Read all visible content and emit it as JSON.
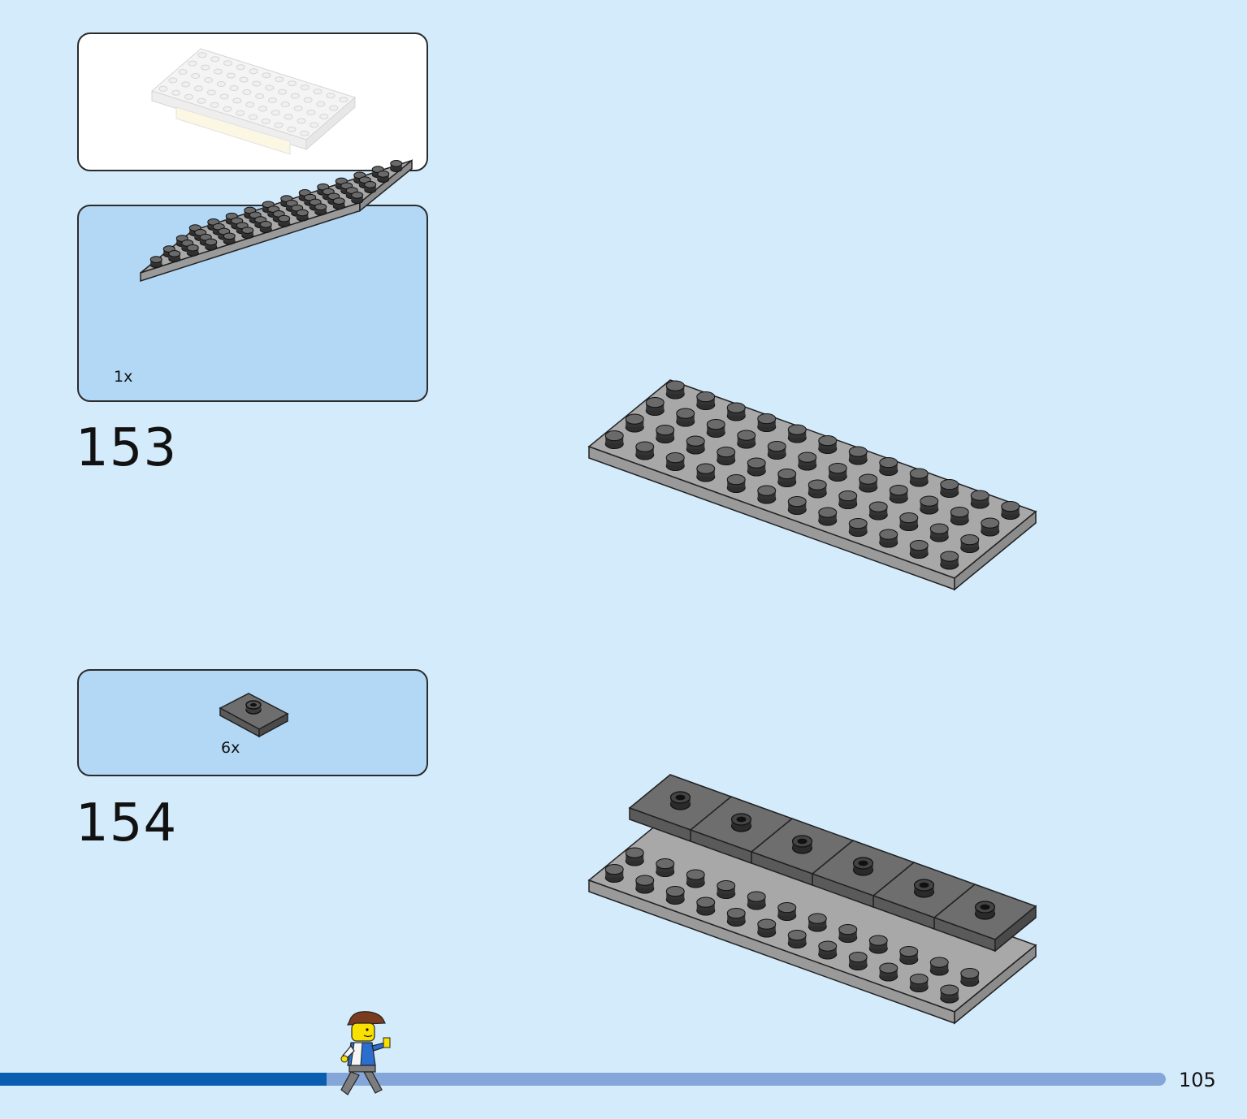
{
  "steps": [
    {
      "number": "153",
      "parts": [
        {
          "qty": "1x",
          "part": "gray-plate-4x12-icon"
        }
      ]
    },
    {
      "number": "154",
      "parts": [
        {
          "qty": "6x",
          "part": "dark-gray-jumper-plate-2x2-icon"
        }
      ]
    }
  ],
  "page": {
    "number": "105",
    "progress": 0.28
  },
  "colors": {
    "background": "#d4ebfb",
    "parts_panel": "#b3d8f6",
    "progress_done": "#0a5eb0",
    "progress_todo": "#85a6d9",
    "light_gray_plate": "#a8a8a8",
    "dark_gray_tile": "#6e6e6e"
  }
}
